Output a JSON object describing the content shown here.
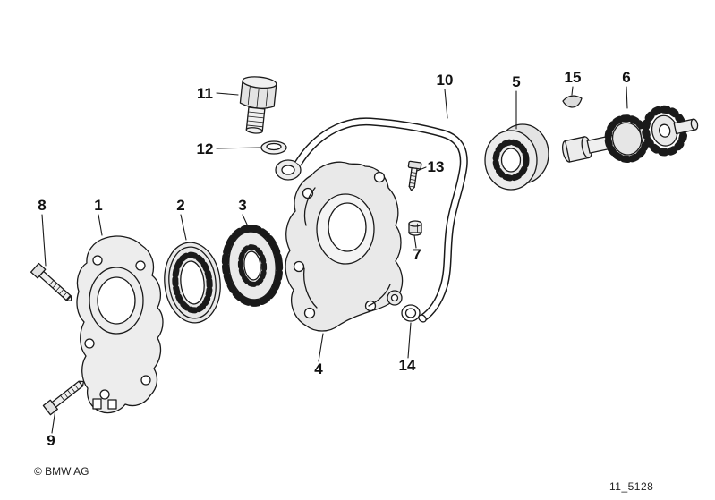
{
  "colors": {
    "line": "#1a1a1a",
    "background": "#ffffff"
  },
  "footer": {
    "copyright": "© BMW AG",
    "diagram_id": "11_5128"
  },
  "callouts": [
    {
      "number": "1"
    },
    {
      "number": "2"
    },
    {
      "number": "3"
    },
    {
      "number": "4"
    },
    {
      "number": "5"
    },
    {
      "number": "6"
    },
    {
      "number": "7"
    },
    {
      "number": "8"
    },
    {
      "number": "9"
    },
    {
      "number": "10"
    },
    {
      "number": "11"
    },
    {
      "number": "12"
    },
    {
      "number": "13"
    },
    {
      "number": "14"
    },
    {
      "number": "15"
    }
  ]
}
